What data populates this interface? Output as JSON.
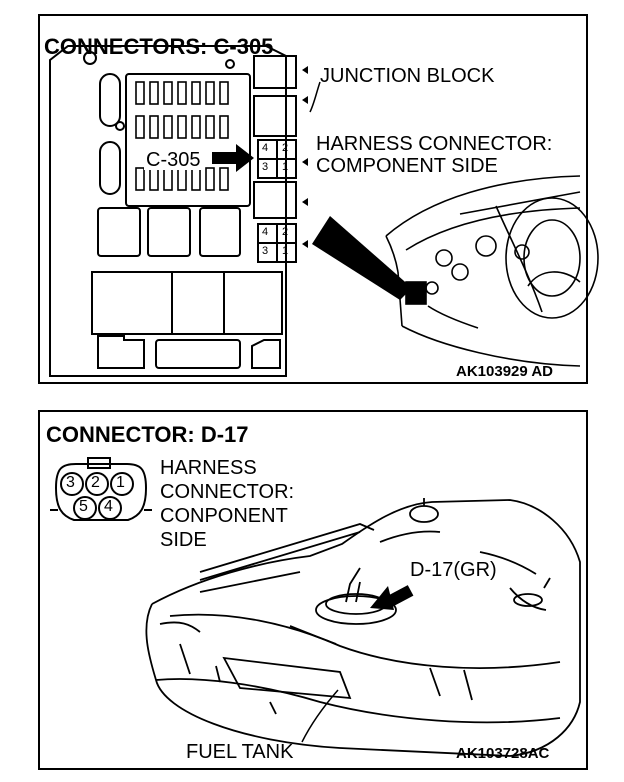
{
  "top_panel": {
    "title": "CONNECTORS: C-305",
    "callout_connector": "C-305",
    "junction_block_label": "JUNCTION BLOCK",
    "harness_label_line1": "HARNESS CONNECTOR:",
    "harness_label_line2": "COMPONENT SIDE",
    "pins_upper": [
      "4",
      "3",
      "2",
      "1"
    ],
    "pins_lower": [
      "4",
      "3",
      "2",
      "1"
    ],
    "figure_code": "AK103929 AD"
  },
  "bottom_panel": {
    "title": "CONNECTOR: D-17",
    "pins": [
      "3",
      "2",
      "1",
      "5",
      "4"
    ],
    "harness_label_line1": "HARNESS",
    "harness_label_line2": "CONNECTOR:",
    "harness_label_line3": "CONPONENT",
    "harness_label_line4": "SIDE",
    "callout_connector": "D-17(GR)",
    "fuel_tank_label": "FUEL TANK",
    "figure_code": "AK103728AC"
  }
}
